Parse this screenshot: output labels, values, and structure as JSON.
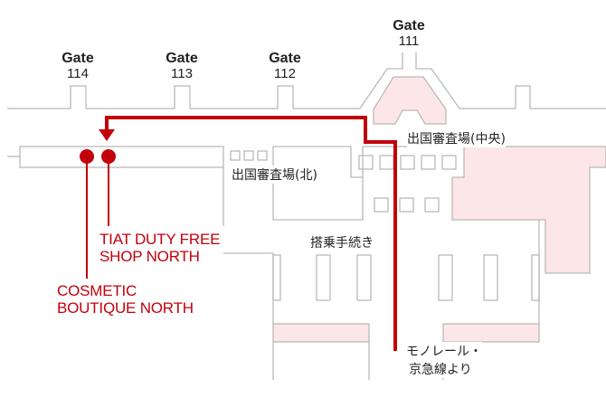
{
  "map": {
    "gates": [
      {
        "label": "Gate",
        "number": "114"
      },
      {
        "label": "Gate",
        "number": "113"
      },
      {
        "label": "Gate",
        "number": "112"
      },
      {
        "label": "Gate",
        "number": "111"
      }
    ],
    "areas": {
      "immigration_north": "出国審査場(北)",
      "immigration_central": "出国審査場(中央)",
      "check_in": "搭乗手続き",
      "from_train_line1": "モノレール・",
      "from_train_line2": "京急線より"
    },
    "shops": [
      {
        "name_line1": "TIAT DUTY FREE",
        "name_line2": "SHOP NORTH"
      },
      {
        "name_line1": "COSMETIC",
        "name_line2": "BOUTIQUE NORTH"
      }
    ],
    "colors": {
      "route": "#c2000b",
      "wall": "#b9b9b9",
      "restricted_fill": "#fde6e8",
      "text": "#222222"
    }
  }
}
